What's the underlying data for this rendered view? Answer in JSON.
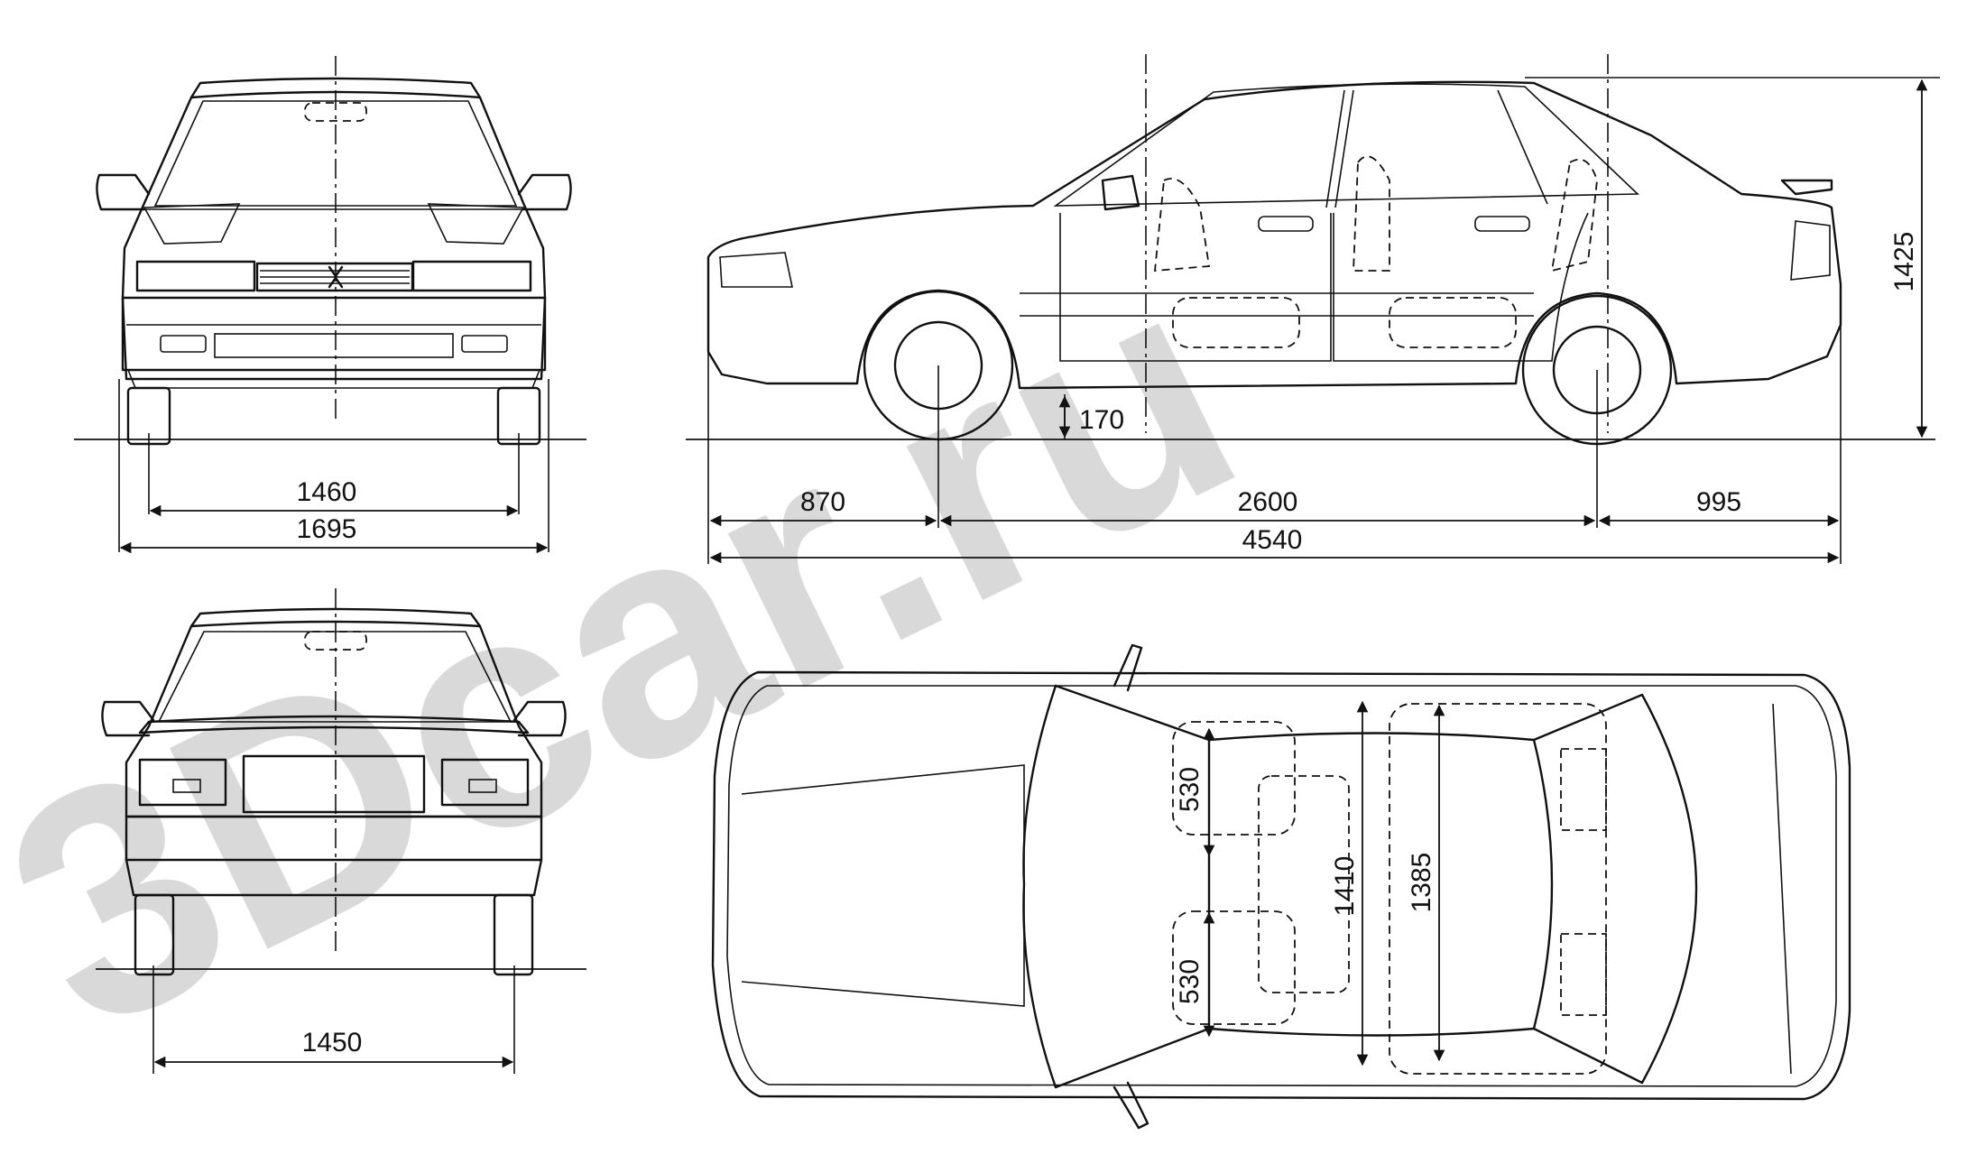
{
  "watermark": {
    "text": "3Dcar.ru",
    "color": "#d9d9d9"
  },
  "dimensions": {
    "front_track": "1460",
    "front_width": "1695",
    "rear_track": "1450",
    "front_overhang": "870",
    "wheelbase": "2600",
    "rear_overhang": "995",
    "overall_length": "4540",
    "overall_height": "1425",
    "ground_clearance": "170",
    "front_seat_width_left": "530",
    "front_seat_width_right": "530",
    "interior_width_front": "1410",
    "interior_width_rear": "1385"
  },
  "colors": {
    "line": "#111111",
    "background": "#ffffff"
  }
}
